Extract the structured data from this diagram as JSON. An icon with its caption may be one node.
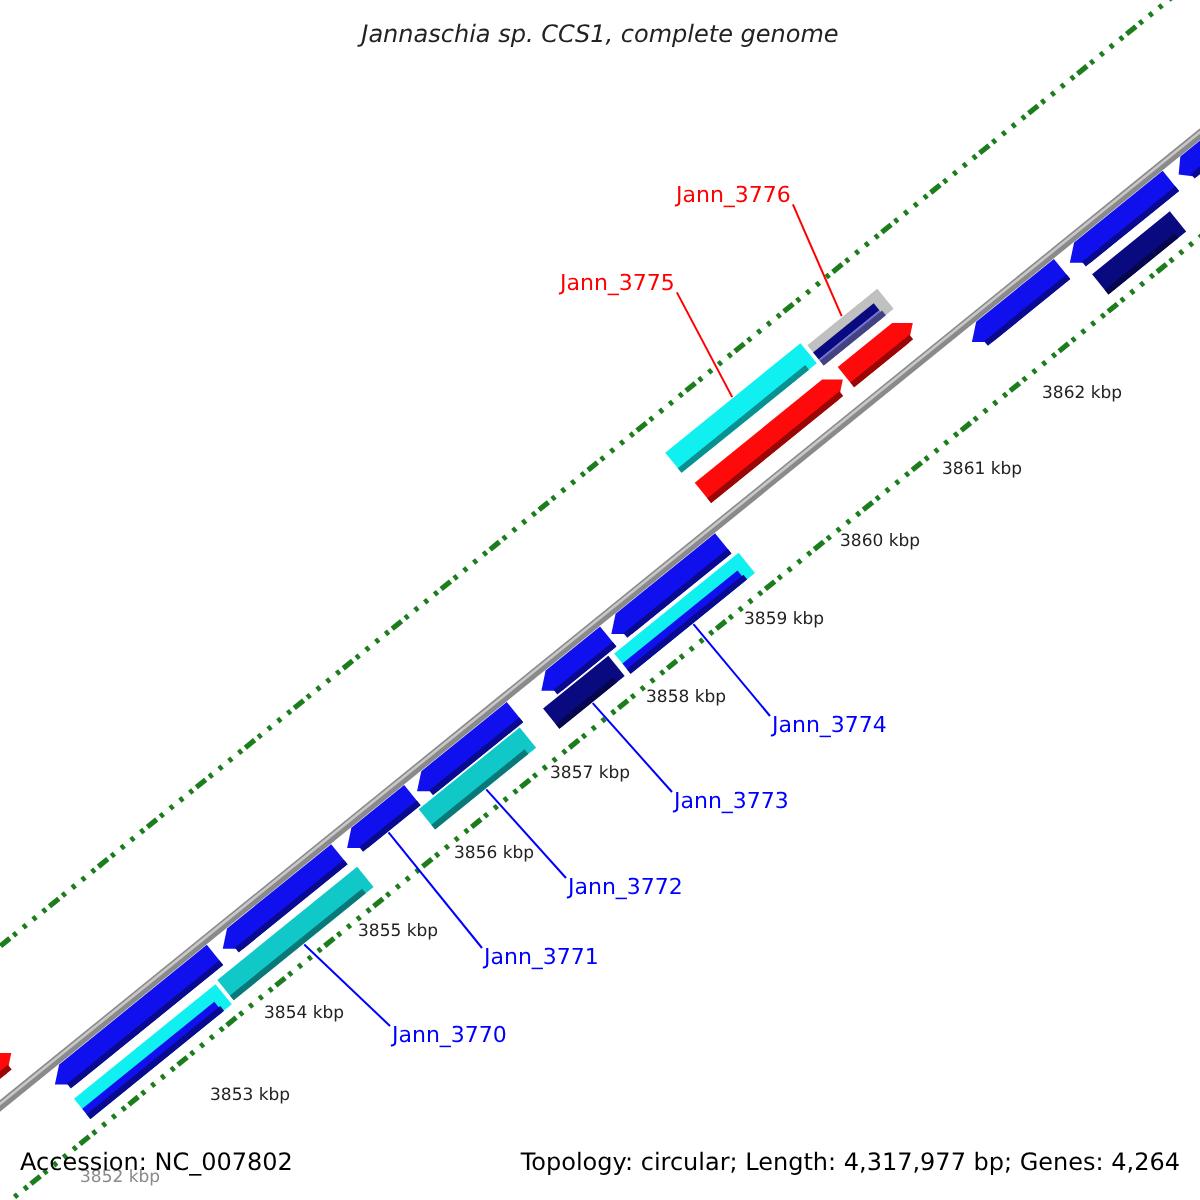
{
  "diagram": {
    "title": "Jannaschia sp. CCS1, complete genome",
    "nodes": [
      {
        "text": [
          "Jann_3776"
        ]
      },
      {
        "text": [
          "Jann_3775"
        ]
      },
      {
        "text": [
          "Jann_3774"
        ]
      },
      {
        "text": [
          "Jann_3773"
        ]
      },
      {
        "text": [
          "Jann_3772"
        ]
      },
      {
        "text": [
          "Jann_3771"
        ]
      },
      {
        "text": [
          "Jann_3770"
        ]
      },
      {
        "text": [],
        "shape": "bar"
      },
      {
        "text": [],
        "shape": "bar"
      },
      {
        "text": [],
        "shape": "bar"
      },
      {
        "text": [],
        "shape": "bar"
      },
      {
        "text": [],
        "shape": "bar"
      },
      {
        "text": [],
        "shape": "arrow"
      },
      {
        "text": [],
        "shape": "bar"
      },
      {
        "text": [],
        "shape": "arrow"
      },
      {
        "text": [],
        "shape": "arrow"
      },
      {
        "text": [],
        "shape": "bar"
      },
      {
        "text": [],
        "shape": "arrow"
      },
      {
        "text": [],
        "shape": "arrow"
      },
      {
        "text": [],
        "shape": "arrow"
      },
      {
        "text": [],
        "shape": "arrow"
      },
      {
        "text": [],
        "shape": "arrow"
      },
      {
        "text": [],
        "shape": "arrow"
      },
      {
        "text": [],
        "shape": "arrow"
      },
      {
        "text": [],
        "shape": "bar"
      },
      {
        "text": [],
        "shape": "arrow"
      },
      {
        "text": [],
        "shape": "arrow"
      }
    ],
    "edges": [
      {
        "from": 0,
        "to": 7,
        "arrow": "none",
        "color": "#ff0000"
      },
      {
        "from": 1,
        "to": 8,
        "arrow": "none",
        "color": "#ff0000"
      },
      {
        "from": 2,
        "to": 9,
        "arrow": "none"
      },
      {
        "from": 3,
        "to": 10,
        "arrow": "none"
      },
      {
        "from": 4,
        "to": 11,
        "arrow": "none"
      },
      {
        "from": 5,
        "to": 12,
        "arrow": "none"
      },
      {
        "from": 6,
        "to": 13,
        "arrow": "none"
      }
    ],
    "labels": [
      "3862 kbp",
      "3861 kbp",
      "3860 kbp",
      "3859 kbp",
      "3858 kbp",
      "3857 kbp",
      "3856 kbp",
      "3855 kbp",
      "3854 kbp",
      "3853 kbp",
      "3852 kbp",
      "Accession: NC_007802",
      "Topology: circular; Length: 4,317,977 bp; Genes: 4,264"
    ]
  }
}
